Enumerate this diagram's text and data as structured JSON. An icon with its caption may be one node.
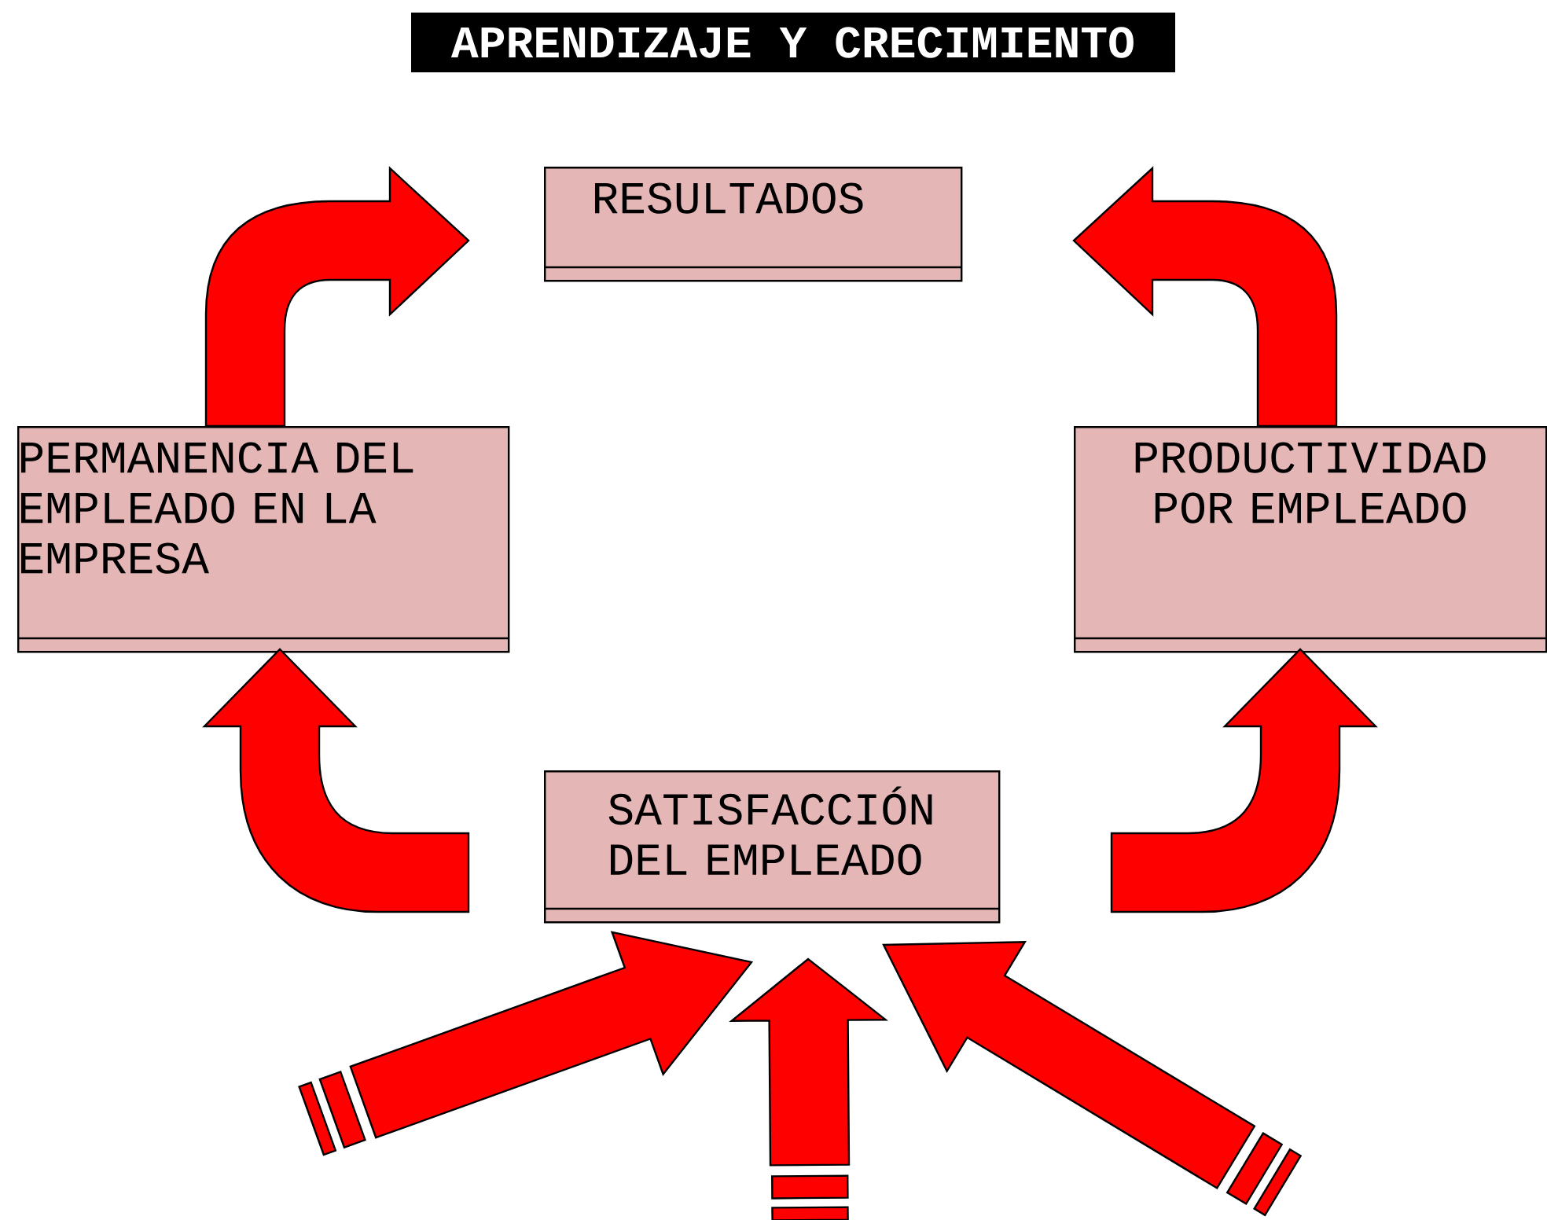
{
  "diagram": {
    "title": "APRENDIZAJE Y CRECIMIENTO",
    "nodes": [
      {
        "text": [
          "RESULTADOS"
        ]
      },
      {
        "text": [
          "PERMANENCIA DEL EMPLEADO EN LA EMPRESA"
        ]
      },
      {
        "text": [
          "PRODUCTIVIDAD POR EMPLEADO"
        ]
      },
      {
        "text": [
          "SATISFACCIÓN DEL EMPLEADO"
        ]
      }
    ],
    "edges": [
      {
        "from": 1,
        "to": 0,
        "arrow": "to"
      },
      {
        "from": 2,
        "to": 0,
        "arrow": "to"
      },
      {
        "from": 3,
        "to": 1,
        "arrow": "to"
      },
      {
        "from": 3,
        "to": 2,
        "arrow": "to"
      },
      {
        "from": null,
        "to": 3,
        "arrow": "to"
      },
      {
        "from": null,
        "to": 3,
        "arrow": "to"
      },
      {
        "from": null,
        "to": 3,
        "arrow": "to"
      }
    ]
  }
}
